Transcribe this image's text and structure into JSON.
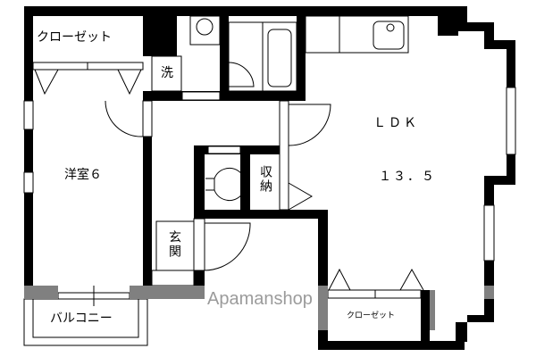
{
  "rooms": {
    "closet_top_left": "クローゼット",
    "washroom": "洗",
    "western_room": "洋室６",
    "ldk_label": "ＬＤＫ",
    "ldk_size": "１３．５",
    "storage": "収納",
    "entrance": "玄関",
    "balcony": "バルコニー",
    "closet_bottom": "クローゼット"
  },
  "watermark": "Apamanshop",
  "colors": {
    "wall": "#000000",
    "band": "#808080"
  }
}
